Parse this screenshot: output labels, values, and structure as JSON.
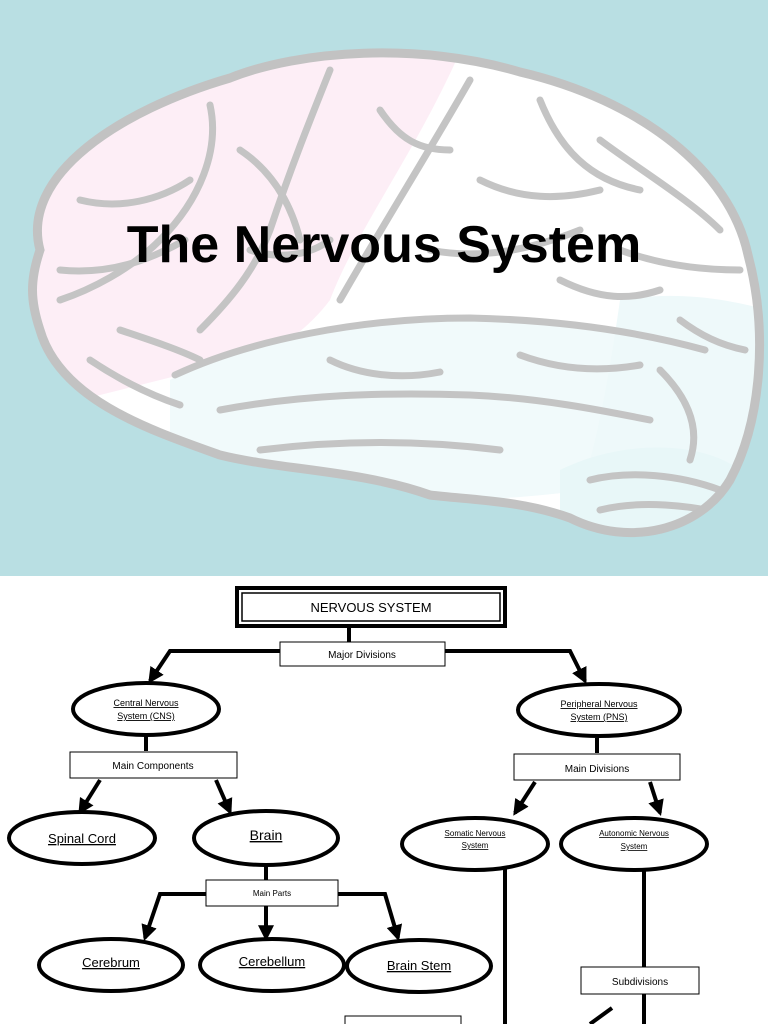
{
  "title_slide": {
    "title": "The Nervous System",
    "colors": {
      "background": "#b9dfe3",
      "frontal_lobe": "#fdeef6",
      "parietal_lobe": "#ffffff",
      "temporal_lobe": "#f1fafb",
      "occipital_lobe": "#eef9fa",
      "brain_outline": "#c2c2c2"
    }
  },
  "diagram": {
    "root": "NERVOUS SYSTEM",
    "root_connector": "Major Divisions",
    "cns": {
      "label_line1": "Central Nervous",
      "label_line2": "System (CNS)",
      "connector": "Main Components",
      "children": [
        "Spinal Cord",
        "Brain"
      ]
    },
    "pns": {
      "label_line1": "Peripheral Nervous",
      "label_line2": "System (PNS)",
      "connector": "Main Divisions",
      "somatic_line1": "Somatic Nervous",
      "somatic_line2": "System",
      "autonomic_line1": "Autonomic Nervous",
      "autonomic_line2": "System",
      "subdivisions": "Subdivisions"
    },
    "brain": {
      "connector": "Main Parts",
      "children": [
        "Cerebrum",
        "Cerebellum",
        "Brain Stem"
      ]
    }
  }
}
